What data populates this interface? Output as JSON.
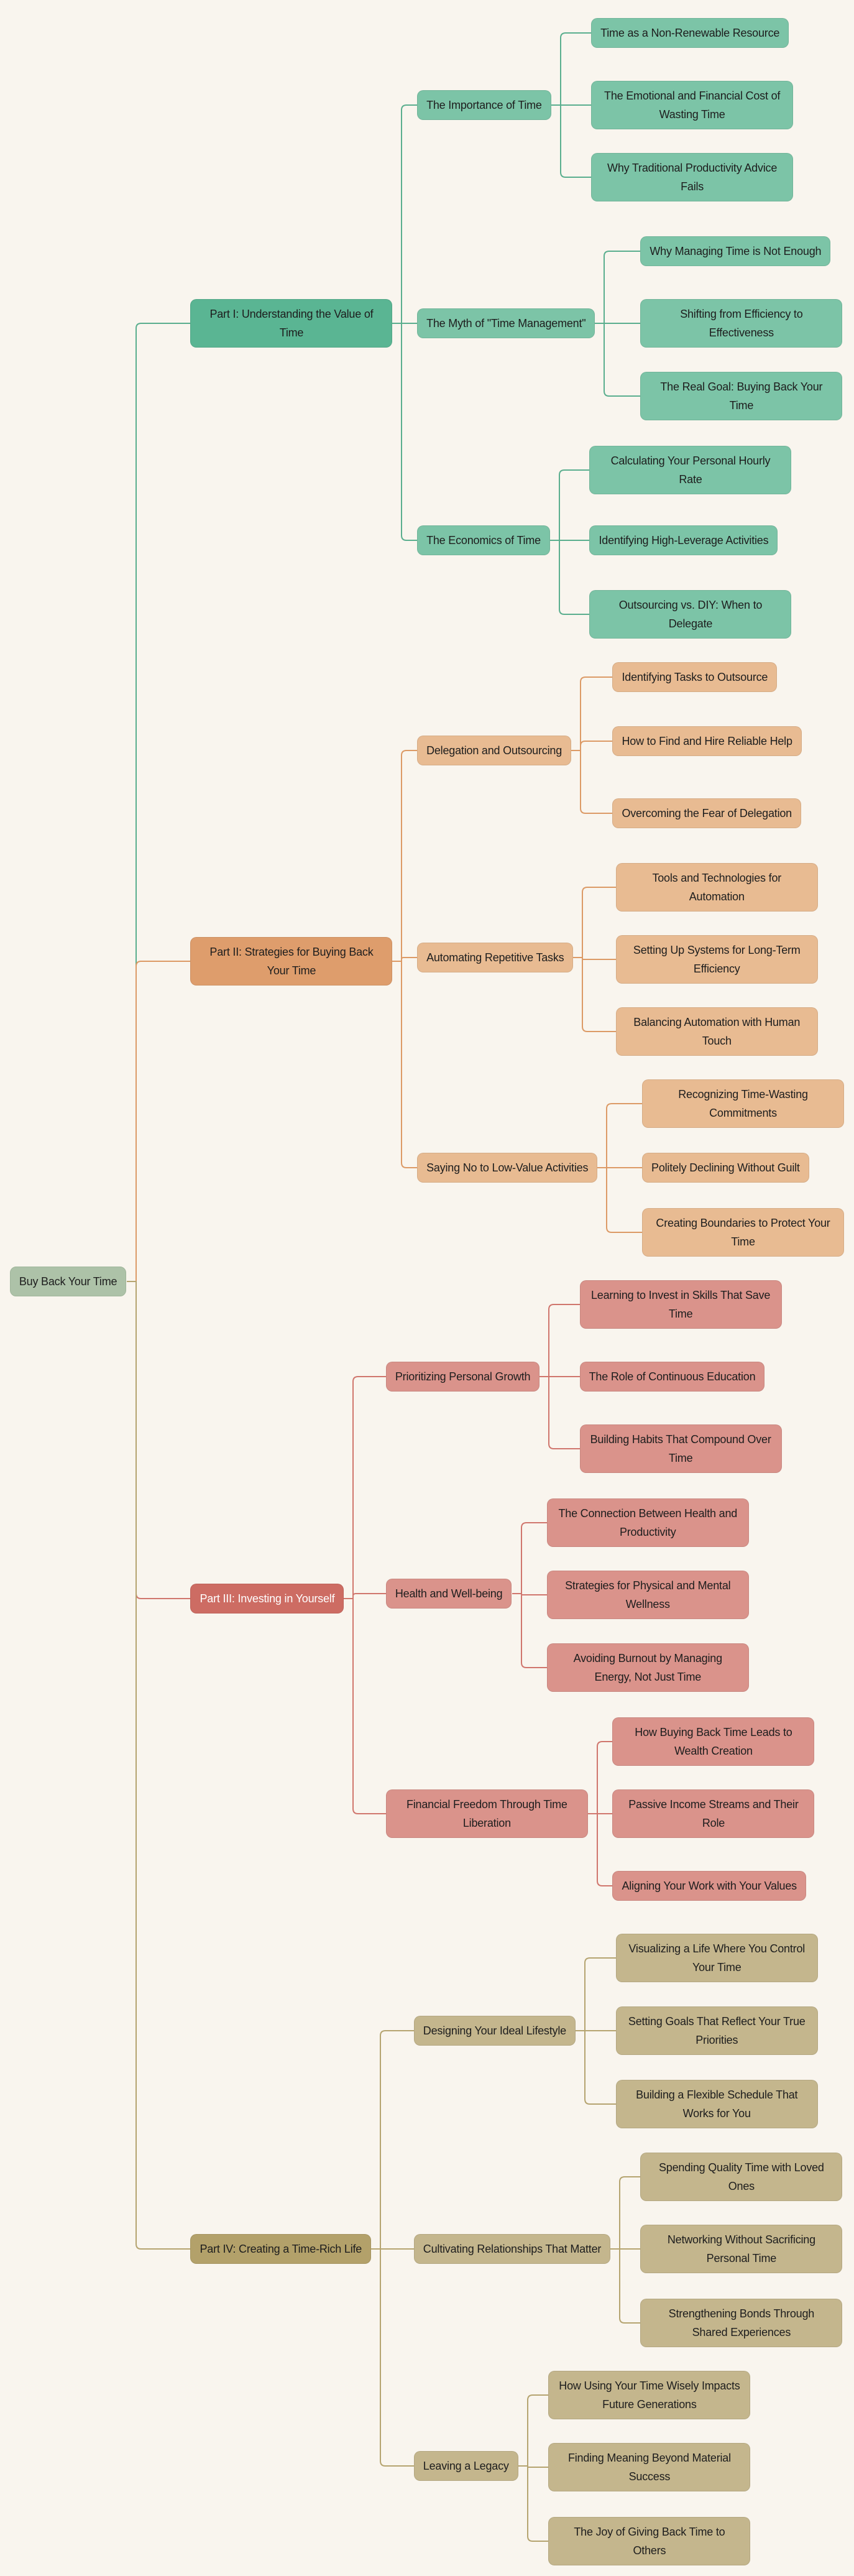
{
  "root": {
    "label": "Buy Back Your Time",
    "color": "#adc2a8"
  },
  "parts": [
    {
      "label": "Part I: Understanding the Value of Time",
      "color": "#5ab593",
      "child_color": "#7cc4a7",
      "line": "#5aae8e",
      "text_color": "#1d1d1d",
      "sections": [
        {
          "label": "The Importance of Time",
          "leaves": [
            "Time as a Non-Renewable Resource",
            "The Emotional and Financial Cost of Wasting Time",
            "Why Traditional Productivity Advice Fails"
          ]
        },
        {
          "label": "The Myth of \"Time Management\"",
          "leaves": [
            "Why Managing Time is Not Enough",
            "Shifting from Efficiency to Effectiveness",
            "The Real Goal: Buying Back Your Time"
          ]
        },
        {
          "label": "The Economics of Time",
          "leaves": [
            "Calculating Your Personal Hourly Rate",
            "Identifying High-Leverage Activities",
            "Outsourcing vs. DIY: When to Delegate"
          ]
        }
      ]
    },
    {
      "label": "Part II: Strategies for Buying Back Your Time",
      "color": "#de9d6c",
      "child_color": "#e8bb92",
      "line": "#dc9a66",
      "text_color": "#1d1d1d",
      "sections": [
        {
          "label": "Delegation and Outsourcing",
          "leaves": [
            "Identifying Tasks to Outsource",
            "How to Find and Hire Reliable Help",
            "Overcoming the Fear of Delegation"
          ]
        },
        {
          "label": "Automating Repetitive Tasks",
          "leaves": [
            "Tools and Technologies for Automation",
            "Setting Up Systems for Long-Term Efficiency",
            "Balancing Automation with Human Touch"
          ]
        },
        {
          "label": "Saying No to Low-Value Activities",
          "leaves": [
            "Recognizing Time-Wasting Commitments",
            "Politely Declining Without Guilt",
            "Creating Boundaries to Protect Your Time"
          ]
        }
      ]
    },
    {
      "label": "Part III: Investing in Yourself",
      "color": "#cd6c63",
      "child_color": "#da938b",
      "line": "#d0766d",
      "text_color": "#ffffff",
      "sections": [
        {
          "label": "Prioritizing Personal Growth",
          "leaves": [
            "Learning to Invest in Skills That Save Time",
            "The Role of Continuous Education",
            "Building Habits That Compound Over Time"
          ]
        },
        {
          "label": "Health and Well-being",
          "leaves": [
            "The Connection Between Health and Productivity",
            "Strategies for Physical and Mental Wellness",
            "Avoiding Burnout by Managing Energy, Not Just Time"
          ]
        },
        {
          "label": "Financial Freedom Through Time Liberation",
          "leaves": [
            "How Buying Back Time Leads to Wealth Creation",
            "Passive Income Streams and Their Role",
            "Aligning Your Work with Your Values"
          ]
        }
      ]
    },
    {
      "label": "Part IV: Creating a Time-Rich Life",
      "color": "#b3a16a",
      "child_color": "#c4b68d",
      "line": "#b5a470",
      "text_color": "#1d1d1d",
      "sections": [
        {
          "label": "Designing Your Ideal Lifestyle",
          "leaves": [
            "Visualizing a Life Where You Control Your Time",
            "Setting Goals That Reflect Your True Priorities",
            "Building a Flexible Schedule That Works for You"
          ]
        },
        {
          "label": "Cultivating Relationships That Matter",
          "leaves": [
            "Spending Quality Time with Loved Ones",
            "Networking Without Sacrificing Personal Time",
            "Strengthening Bonds Through Shared Experiences"
          ]
        },
        {
          "label": "Leaving a Legacy",
          "leaves": [
            "How Using Your Time Wisely Impacts Future Generations",
            "Finding Meaning Beyond Material Success",
            "The Joy of Giving Back Time to Others"
          ]
        }
      ]
    }
  ]
}
